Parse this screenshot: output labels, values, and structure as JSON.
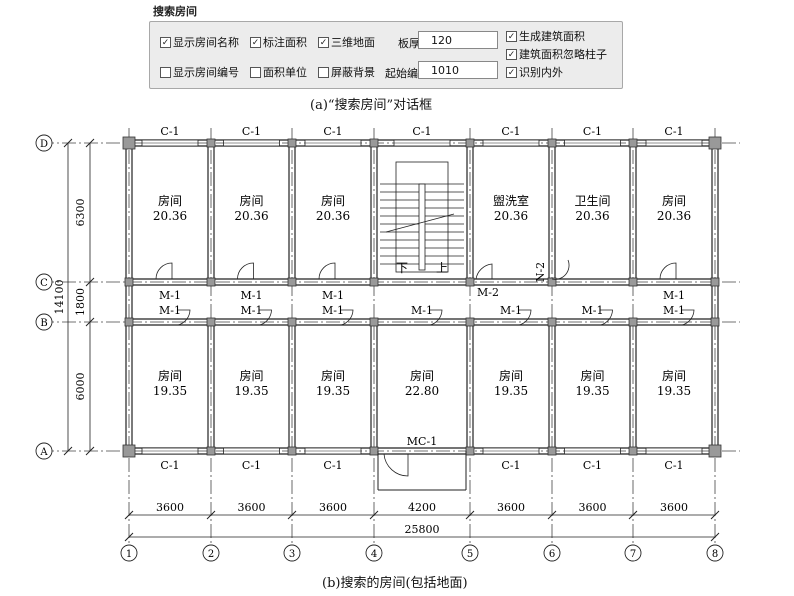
{
  "dialog": {
    "title": "搜索房间",
    "show_room_name": {
      "label": "显示房间名称",
      "checked": true
    },
    "mark_area": {
      "label": "标注面积",
      "checked": true
    },
    "floor_3d": {
      "label": "三维地面",
      "checked": true
    },
    "slab_thickness_label": "板厚:",
    "slab_thickness_value": "120",
    "gen_building_area": {
      "label": "生成建筑面积",
      "checked": true
    },
    "show_room_number": {
      "label": "显示房间编号",
      "checked": false
    },
    "area_unit": {
      "label": "面积单位",
      "checked": false
    },
    "mask_background": {
      "label": "屏蔽背景",
      "checked": false
    },
    "start_number_label": "起始编号:",
    "start_number_value": "1010",
    "ignore_columns": {
      "label": "建筑面积忽略柱子",
      "checked": true
    },
    "identify_inout": {
      "label": "识别内外",
      "checked": true
    }
  },
  "caption_a": "(a)“搜索房间”对话框",
  "caption_b": "(b)搜索的房间(包括地面)",
  "plan": {
    "axes_x": [
      "1",
      "2",
      "3",
      "4",
      "5",
      "6",
      "7",
      "8"
    ],
    "axes_y": [
      "D",
      "C",
      "B",
      "A"
    ],
    "dims_x": [
      "3600",
      "3600",
      "3600",
      "4200",
      "3600",
      "3600",
      "3600"
    ],
    "dim_total_x": "25800",
    "dims_y": [
      "6300",
      "1800",
      "6000"
    ],
    "dim_total_y": "14100",
    "top_rooms": [
      {
        "name": "房间",
        "area": "20.36"
      },
      {
        "name": "房间",
        "area": "20.36"
      },
      {
        "name": "房间",
        "area": "20.36"
      },
      {
        "name": "盥洗室",
        "area": "20.36"
      },
      {
        "name": "卫生间",
        "area": "20.36"
      },
      {
        "name": "房间",
        "area": "20.36"
      }
    ],
    "bottom_rooms": [
      {
        "name": "房间",
        "area": "19.35"
      },
      {
        "name": "房间",
        "area": "19.35"
      },
      {
        "name": "房间",
        "area": "19.35"
      },
      {
        "name": "房间",
        "area": "22.80"
      },
      {
        "name": "房间",
        "area": "19.35"
      },
      {
        "name": "房间",
        "area": "19.35"
      },
      {
        "name": "房间",
        "area": "19.35"
      }
    ],
    "window_label": "C-1",
    "door_label": "M-1",
    "door2_label": "M-2",
    "door_n2_label": "N-2",
    "main_door_label": "MC-1",
    "stair_down": "下",
    "stair_up": "上"
  }
}
